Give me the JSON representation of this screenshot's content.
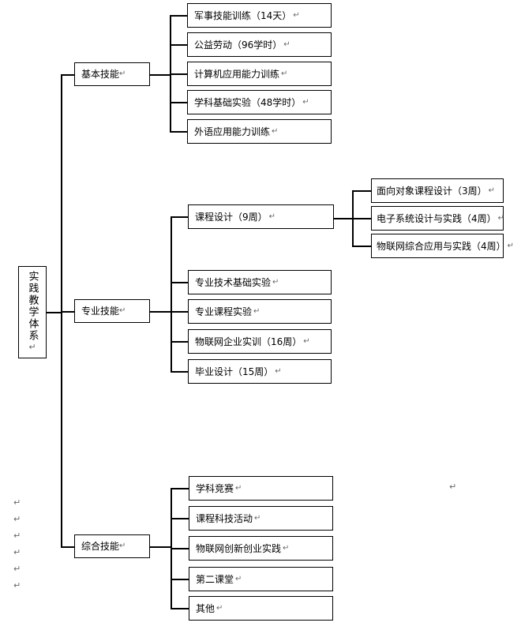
{
  "root": "实践教学体系",
  "para_mark": "↵",
  "groups": [
    {
      "label": "基本技能",
      "items": [
        "军事技能训练（14天）",
        "公益劳动（96学时）",
        "计算机应用能力训练",
        "学科基础实验（48学时）",
        "外语应用能力训练"
      ]
    },
    {
      "label": "专业技能",
      "items": [
        "课程设计（9周）",
        "专业技术基础实验",
        "专业课程实验",
        "物联网企业实训（16周）",
        "毕业设计（15周）"
      ],
      "subitems": [
        "面向对象课程设计（3周）",
        "电子系统设计与实践（4周）",
        "物联网综合应用与实践（4周）"
      ]
    },
    {
      "label": "综合技能",
      "items": [
        "学科竞赛",
        "课程科技活动",
        "物联网创新创业实践",
        "第二课堂",
        "其他"
      ]
    }
  ]
}
